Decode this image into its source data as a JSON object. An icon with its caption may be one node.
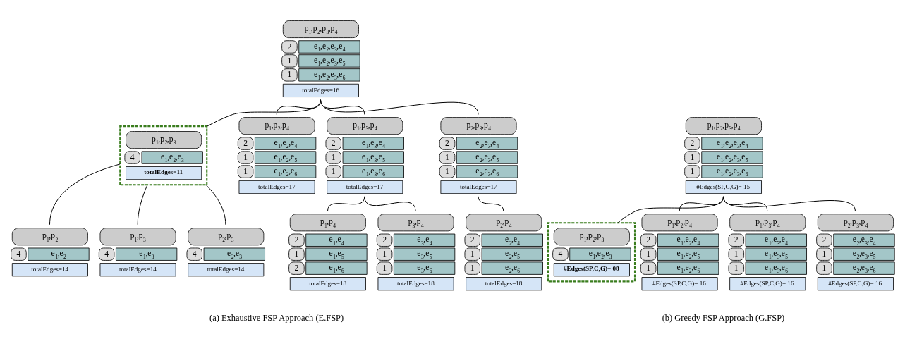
{
  "diagram": {
    "nodes": [
      {
        "text": [
          "p$_{1}$,p$_{2}$,p$_{3}$,p$_{4}$",
          "2",
          "e$_{1}$,e$_{2}$,e$_{3}$,e$_{4}$",
          "1",
          "e$_{1}$,e$_{2}$,e$_{3}$,e$_{5}$",
          "1",
          "e$_{1}$,e$_{2}$,e$_{3}$,e$_{6}$",
          "totalEdges=16"
        ]
      },
      {
        "text": [],
        "shape": "box"
      },
      {
        "text": [
          "p$_{1}$,p$_{2}$,p$_{3}$",
          "4",
          "e$_{1}$,e$_{2}$,e$_{3}$",
          "totalEdges=11"
        ],
        "in": 1
      },
      {
        "text": [
          "p$_{1}$,p$_{2}$,p$_{4}$",
          "2",
          "e$_{1}$,e$_{2}$,e$_{4}$",
          "1",
          "e$_{1}$,e$_{2}$,e$_{5}$",
          "1",
          "e$_{1}$,e$_{2}$,e$_{6}$",
          "totalEdges=17"
        ]
      },
      {
        "text": [
          "p$_{1}$,p$_{3}$,p$_{4}$",
          "2",
          "e$_{1}$,e$_{3}$,e$_{4}$",
          "1",
          "e$_{1}$,e$_{3}$,e$_{5}$",
          "1",
          "e$_{1}$,e$_{3}$,e$_{6}$",
          "totalEdges=17"
        ]
      },
      {
        "text": [
          "p$_{2}$,p$_{3}$,p$_{4}$",
          "2",
          "e$_{2}$,e$_{3}$,e$_{4}$",
          "1",
          "e$_{2}$,e$_{3}$,e$_{5}$",
          "1",
          "e$_{2}$,e$_{3}$,e$_{6}$",
          "totalEdges=17"
        ]
      },
      {
        "text": [
          "p$_{1}$,p$_{2}$",
          "4",
          "e$_{1}$,e$_{2}$",
          "totalEdges=14"
        ]
      },
      {
        "text": [
          "p$_{1}$,p$_{3}$",
          "4",
          "e$_{1}$,e$_{3}$",
          "totalEdges=14"
        ]
      },
      {
        "text": [
          "p$_{2}$,p$_{3}$",
          "4",
          "e$_{2}$,e$_{3}$",
          "totalEdges=14"
        ]
      },
      {
        "text": [
          "p$_{1}$,p$_{4}$",
          "2",
          "e$_{1}$,e$_{4}$",
          "1",
          "e$_{1}$,e$_{5}$",
          "2",
          "e$_{1}$,e$_{6}$",
          "totalEdges=18"
        ]
      },
      {
        "text": [
          "p$_{3}$,p$_{4}$",
          "2",
          "e$_{3}$,e$_{4}$",
          "1",
          "e$_{3}$,e$_{5}$",
          "1",
          "e$_{3}$,e$_{6}$",
          "totalEdges=18"
        ]
      },
      {
        "text": [
          "p$_{2}$,p$_{4}$",
          "2",
          "e$_{2}$,e$_{4}$",
          "1",
          "e$_{2}$,e$_{5}$",
          "1",
          "e$_{2}$,e$_{6}$",
          "totalEdges=18"
        ]
      },
      {
        "text": [
          "p$_{1}$,p$_{2}$,p$_{3}$,p$_{4}$",
          "2",
          "e$_{1}$,e$_{2}$,e$_{3}$,e$_{4}$",
          "1",
          "e$_{1}$,e$_{2}$,e$_{3}$,e$_{5}$",
          "1",
          "e$_{1}$,e$_{2}$,e$_{3}$,e$_{6}$",
          "#Edges(SP,C,G)= 15"
        ]
      },
      {
        "text": [],
        "shape": "box"
      },
      {
        "text": [
          "p$_{1}$,p$_{2}$,p$_{3}$",
          "4",
          "e$_{1}$,e$_{2}$,e$_{3}$",
          "#Edges(SP,C,G)= 08"
        ],
        "in": 13
      },
      {
        "text": [
          "p$_{1}$,p$_{2}$,p$_{4}$",
          "2",
          "e$_{1}$,e$_{2}$,e$_{4}$",
          "1",
          "e$_{1}$,e$_{2}$,e$_{5}$",
          "1",
          "e$_{1}$,e$_{2}$,e$_{6}$",
          "#Edges(SP,C,G)= 16"
        ]
      },
      {
        "text": [
          "p$_{1}$,p$_{3}$,p$_{4}$",
          "2",
          "e$_{1}$,e$_{3}$,e$_{4}$",
          "1",
          "e$_{1}$,e$_{3}$,e$_{5}$",
          "1",
          "e$_{1}$,e$_{3}$,e$_{6}$",
          "#Edges(SP,C,G)= 16"
        ]
      },
      {
        "text": [
          "p$_{2}$,p$_{3}$,p$_{4}$",
          "2",
          "e$_{2}$,e$_{3}$,e$_{4}$",
          "1",
          "e$_{2}$,e$_{3}$,e$_{5}$",
          "1",
          "e$_{2}$,e$_{3}$,e$_{6}$",
          "#Edges(SP,C,G)= 16"
        ]
      }
    ],
    "edges": [
      {
        "from": 0,
        "to": 1,
        "arrow": "none"
      },
      {
        "from": 0,
        "to": 3,
        "arrow": "none"
      },
      {
        "from": 0,
        "to": 4,
        "arrow": "none"
      },
      {
        "from": 0,
        "to": 5,
        "arrow": "none"
      },
      {
        "from": 1,
        "to": 6,
        "arrow": "none"
      },
      {
        "from": 1,
        "to": 7,
        "arrow": "none"
      },
      {
        "from": 1,
        "to": 8,
        "arrow": "none"
      },
      {
        "from": 4,
        "to": 9,
        "arrow": "none"
      },
      {
        "from": 4,
        "to": 10,
        "arrow": "none"
      },
      {
        "from": 5,
        "to": 11,
        "arrow": "none"
      },
      {
        "from": 12,
        "to": 13,
        "arrow": "none"
      },
      {
        "from": 12,
        "to": 15,
        "arrow": "none"
      },
      {
        "from": 12,
        "to": 16,
        "arrow": "none"
      },
      {
        "from": 12,
        "to": 17,
        "arrow": "none"
      }
    ],
    "labels": [
      "(a) Exhaustive FSP Approach (E.FSP)",
      "(b) Greedy FSP Approach (G.FSP)"
    ]
  }
}
